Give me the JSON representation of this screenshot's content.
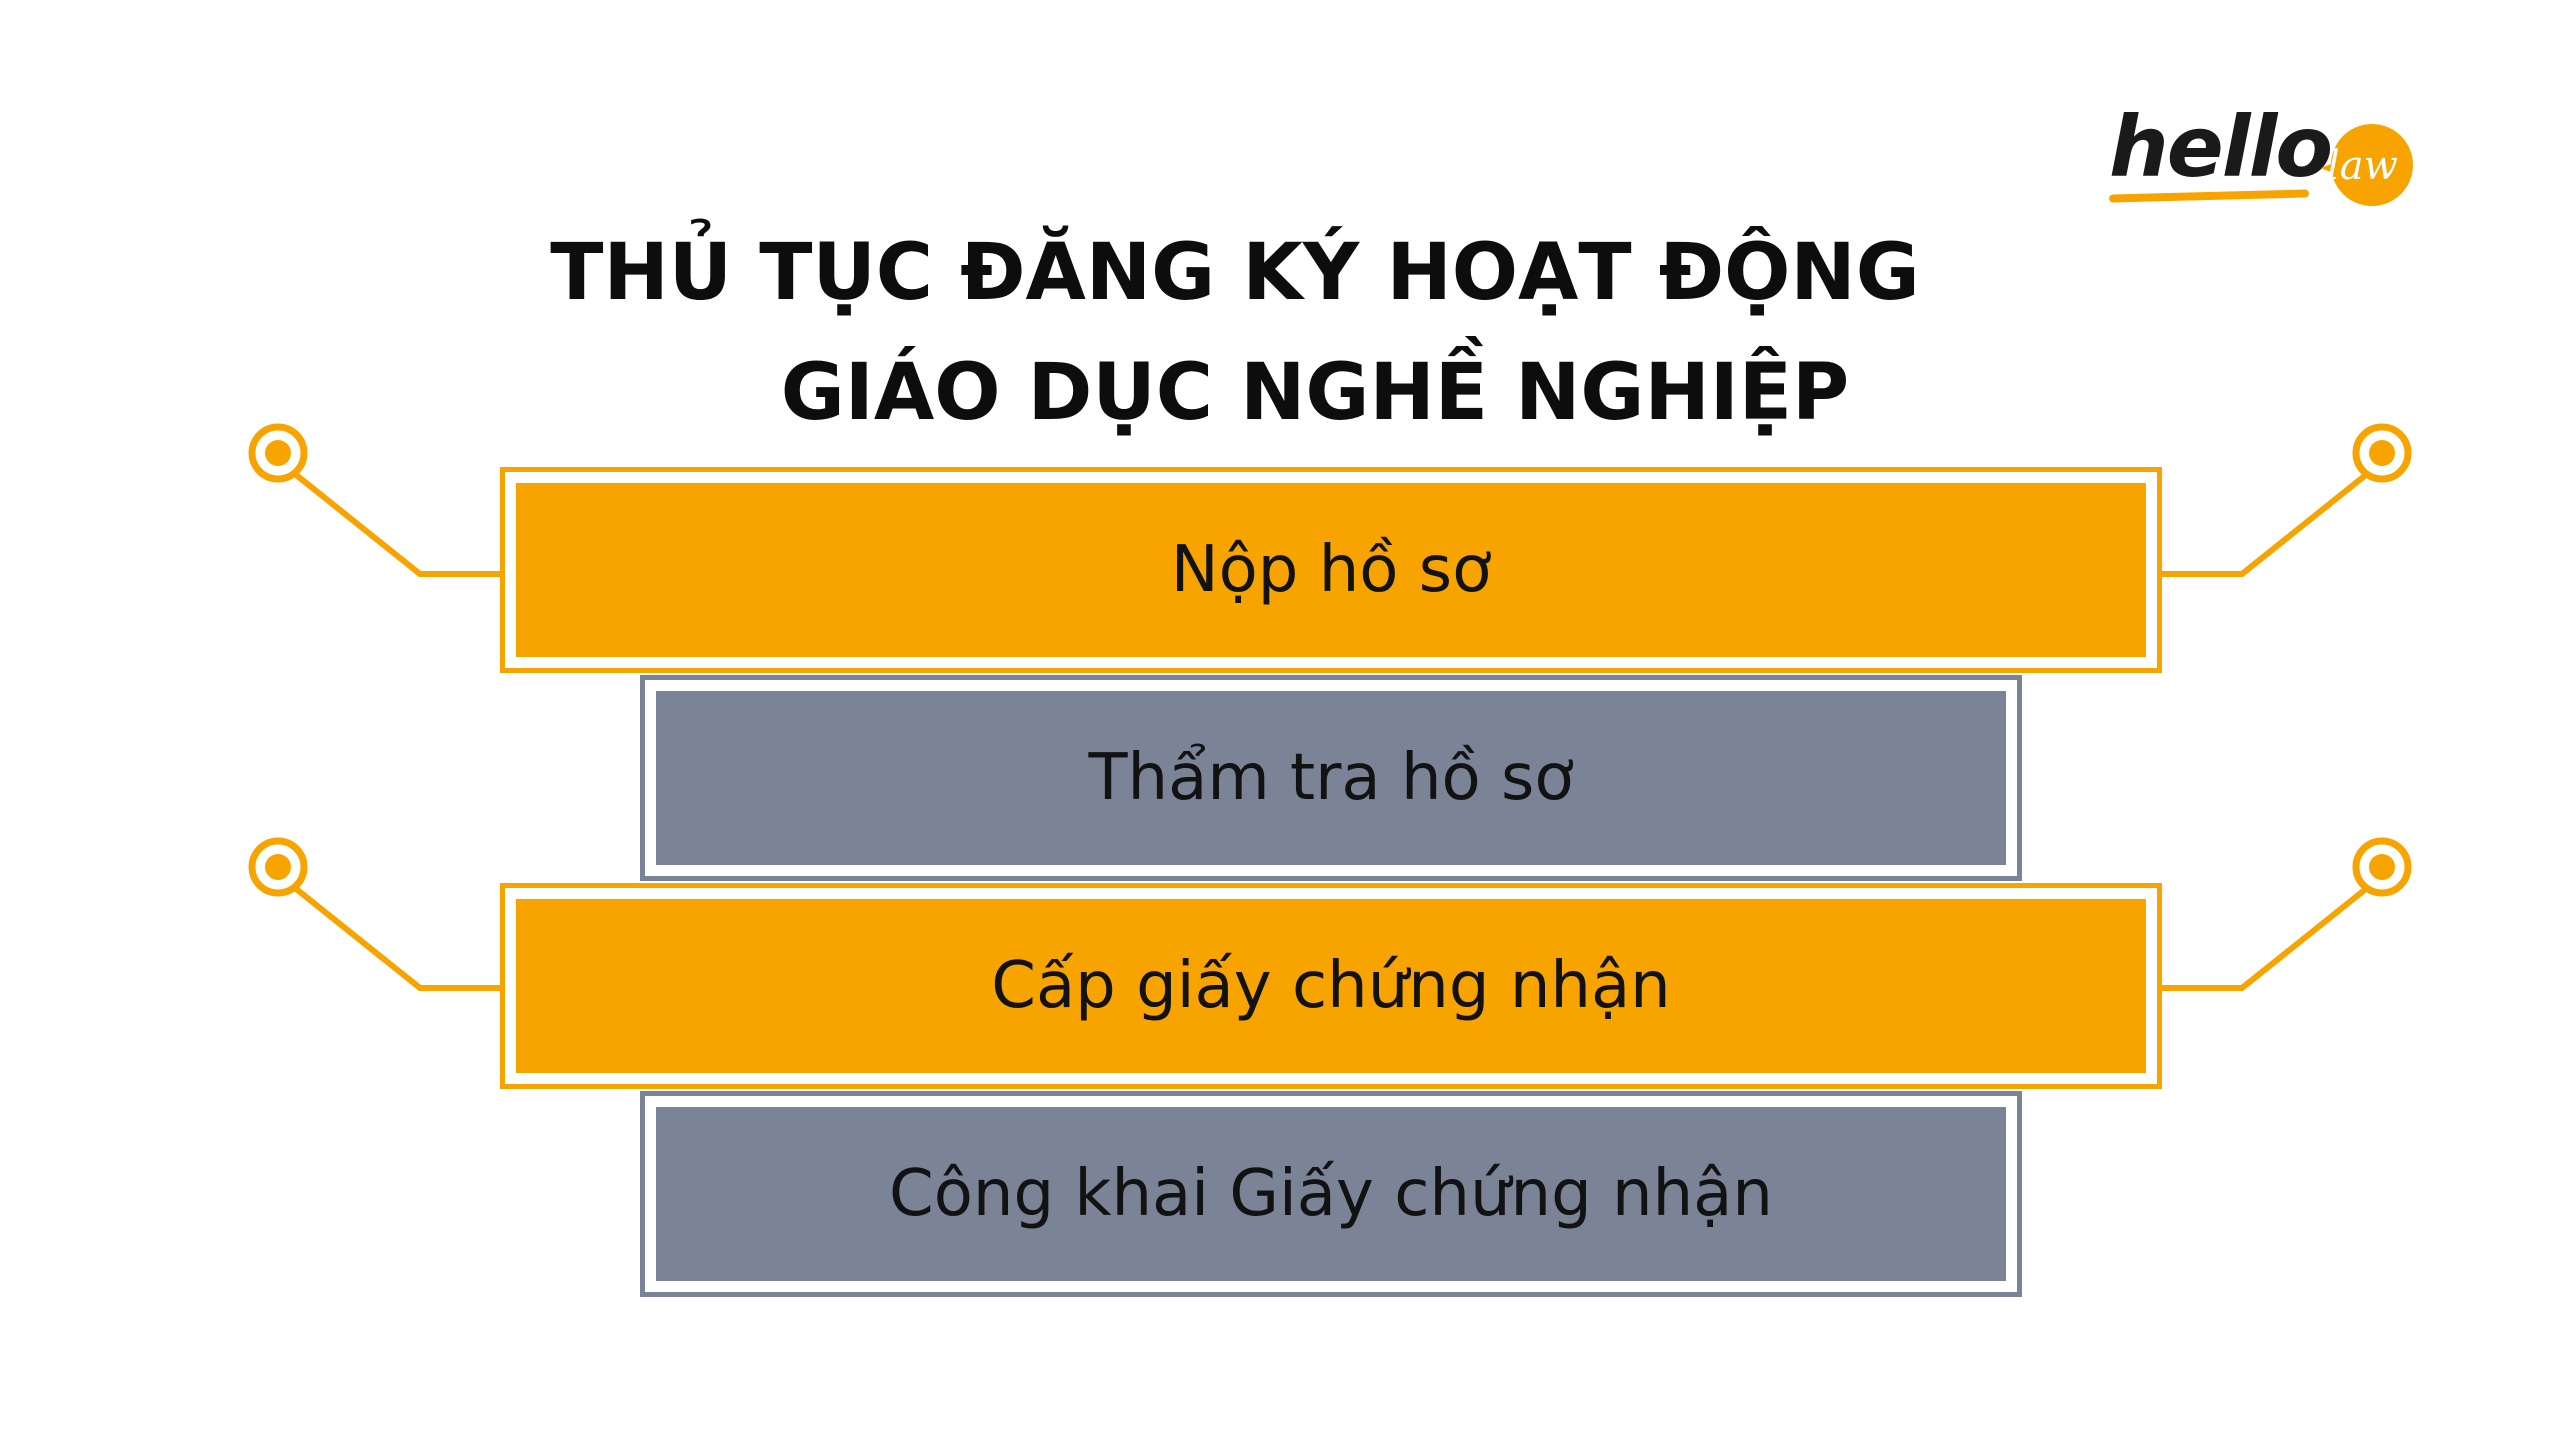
{
  "logo": {
    "main": "hello",
    "badge": "law"
  },
  "title": {
    "line1": "THỦ TỤC ĐĂNG KÝ HOẠT ĐỘNG",
    "line2": "GIÁO DỤC NGHỀ NGHIỆP"
  },
  "steps": [
    {
      "label": "Nộp hồ sơ",
      "style": "orange"
    },
    {
      "label": "Thẩm tra hồ sơ",
      "style": "gray"
    },
    {
      "label": "Cấp giấy chứng nhận",
      "style": "orange"
    },
    {
      "label": "Công khai Giấy chứng nhận",
      "style": "gray"
    }
  ],
  "colors": {
    "accent": "#f7a400",
    "secondary": "#7a8496",
    "text": "#121212"
  }
}
